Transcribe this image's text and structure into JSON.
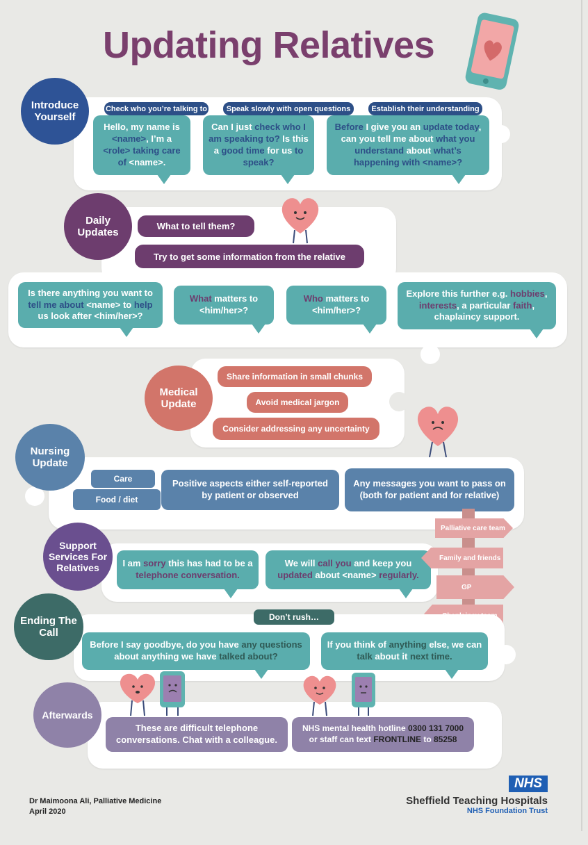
{
  "title": "Updating Relatives",
  "introduce": {
    "label": "Introduce Yourself",
    "tabs": [
      "Check who you’re talking to",
      "Speak slowly with open questions",
      "Establish their understanding"
    ],
    "b1": {
      "t1": "Hello, my name is ",
      "t2": "<name>",
      "t3": ", I’m a ",
      "t4": "<role>",
      "t5": " taking care of ",
      "t6": "<name>",
      "t7": "."
    },
    "b2": {
      "t1": "Can I just ",
      "t2": "check who I am speaking to?",
      "t3": " Is this a ",
      "t4": "good time",
      "t5": " for us ",
      "t6": "to speak?"
    },
    "b3": {
      "t1": "Before",
      "t2": " I give you an ",
      "t3": "update today",
      "t4": ", can you tell me about ",
      "t5": "what you understand",
      "t6": " about ",
      "t7": "what’s happening",
      "t8": " with <name>?"
    }
  },
  "daily": {
    "label": "Daily Updates",
    "what": "What to tell them?",
    "try": "Try to get some information from the relative",
    "b1": {
      "t1": "Is there anything you want to ",
      "t2": "tell me about",
      "t3": " <name> to ",
      "t4": "help",
      "t5": " us look after <him/her>?"
    },
    "b2": {
      "t1": "What",
      "t2": " matters to <him/her>?"
    },
    "b3": {
      "t1": "Who",
      "t2": " matters to <him/her>?"
    },
    "b4": {
      "t1": "Explore this further e.g. ",
      "t2": "hobbies",
      "t3": ", ",
      "t4": "interests",
      "t5": ", a particular ",
      "t6": "faith",
      "t7": ", chaplaincy support."
    }
  },
  "medical": {
    "label": "Medical Update",
    "items": [
      "Share information in small chunks",
      "Avoid medical jargon",
      "Consider addressing any uncertainty"
    ]
  },
  "nursing": {
    "label": "Nursing Update",
    "care": "Care",
    "food": "Food / diet",
    "positive": "Positive aspects either self-reported by patient or observed",
    "messages": "Any messages you want to pass on (both for patient and for relative)"
  },
  "support": {
    "label": "Support Services For Relatives",
    "b1": {
      "t1": "I am ",
      "t2": "sorry",
      "t3": " this has had to be a ",
      "t4": "telephone conversation."
    },
    "b2": {
      "t1": "We will ",
      "t2": "call you",
      "t3": " and keep you ",
      "t4": "updated",
      "t5": " about <name> ",
      "t6": "regularly."
    },
    "signs": [
      "Palliative care team",
      "Family and friends",
      "GP",
      "Chaplaincy team"
    ]
  },
  "ending": {
    "label": "Ending The Call",
    "rush": "Don’t rush…",
    "b1": {
      "t1": "Before I say goodbye, do you have ",
      "t2": "any questions",
      "t3": " about anything we have ",
      "t4": "talked about?"
    },
    "b2": {
      "t1": "If you think of ",
      "t2": "anything",
      "t3": " else, we can ",
      "t4": "talk",
      "t5": " about it ",
      "t6": "next time."
    }
  },
  "after": {
    "label": "Afterwards",
    "b1": "These are difficult telephone conversations. Chat with a colleague.",
    "b2": {
      "t1": "NHS mental health hotline ",
      "t2": "0300 131 7000",
      "t3": " or staff can text ",
      "t4": "FRONTLINE",
      "t5": " to ",
      "t6": "85258"
    }
  },
  "footer": {
    "author": "Dr Maimoona Ali, Palliative Medicine",
    "date": "April 2020",
    "nhs": "NHS",
    "trust": "Sheffield Teaching Hospitals",
    "foundation": "NHS Foundation Trust"
  },
  "colors": {
    "title": "#7a3f6d",
    "teal": "#5aadad",
    "navy": "#2d4f87",
    "plum": "#6d3d6e",
    "coral": "#d2756a",
    "blue": "#5a82aa",
    "lavender": "#8f82a8",
    "dark-teal": "#3d6b67",
    "sign-pink": "#e4a4a4"
  },
  "icons": [
    "phone-heart-icon",
    "happy-heart-icon",
    "sad-heart-icon",
    "sad-phone-icon"
  ]
}
